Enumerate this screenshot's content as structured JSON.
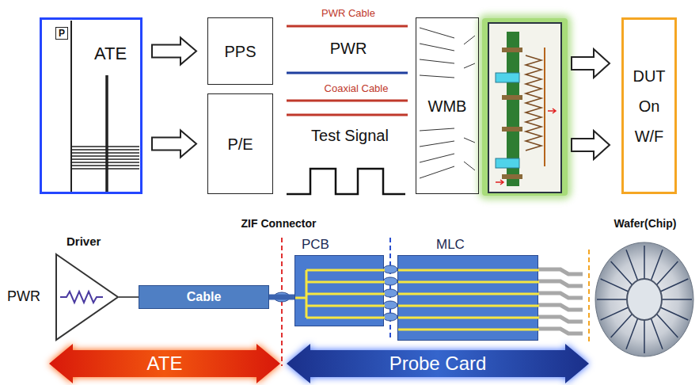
{
  "diagram": {
    "nodes": [
      {
        "text": [
          "ATE"
        ]
      },
      {
        "text": [
          "PPS"
        ]
      },
      {
        "text": [
          "P/E"
        ]
      },
      {
        "text": [
          "WMB"
        ]
      },
      {
        "text": [
          "DUT On W/F"
        ]
      },
      {
        "text": [
          "Driver"
        ]
      },
      {
        "text": [
          "Cable"
        ]
      },
      {
        "text": [
          "PCB"
        ]
      },
      {
        "text": [
          "MLC"
        ]
      },
      {
        "text": [
          "ATE"
        ]
      },
      {
        "text": [
          "Probe Card"
        ]
      }
    ],
    "edges": [
      {
        "from": 0,
        "to": 1,
        "arrow": "to"
      },
      {
        "from": 0,
        "to": 2,
        "arrow": "to"
      },
      {
        "from": 5,
        "to": 6,
        "arrow": "none"
      },
      {
        "from": 6,
        "to": 7,
        "arrow": "none"
      }
    ],
    "labels": [
      "P",
      "PWR Cable",
      "PWR",
      "Coaxial Cable",
      "Test Signal",
      "ZIF Connector",
      "Wafer(Chip)",
      "PWR"
    ]
  }
}
